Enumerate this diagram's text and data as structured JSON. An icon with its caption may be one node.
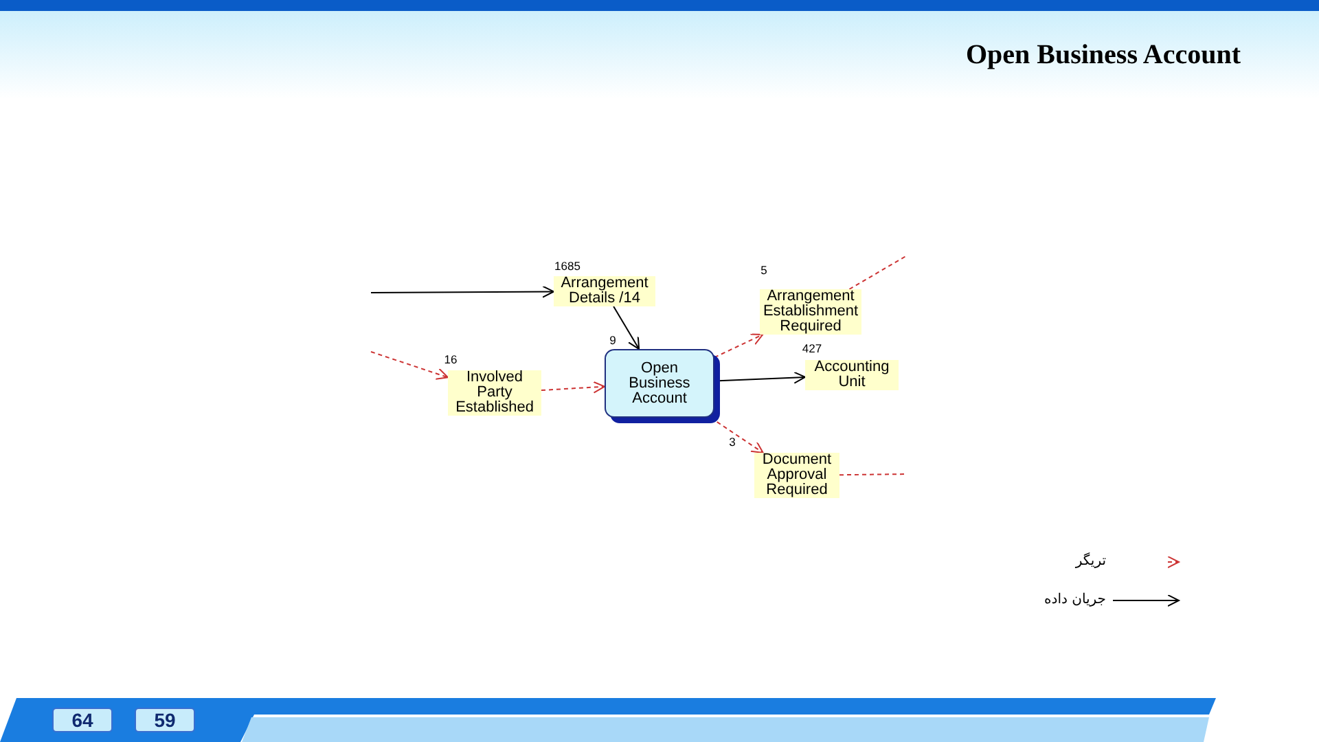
{
  "diagram": {
    "title": "Open Business Account",
    "nodes": [
      {
        "text": [
          "Arrangement Details /14"
        ],
        "beside": [
          "1685"
        ]
      },
      {
        "text": [
          "Open Business Account"
        ],
        "beside": [
          "9"
        ]
      },
      {
        "text": [
          "Involved Party Established"
        ],
        "beside": [
          "16"
        ]
      },
      {
        "text": [
          "Arrangement Establishment Required"
        ],
        "beside": [
          "5"
        ]
      },
      {
        "text": [
          "Accounting Unit"
        ],
        "beside": [
          "427"
        ]
      },
      {
        "text": [
          "Document Approval Required"
        ],
        "beside": [
          "3"
        ]
      }
    ],
    "edges": [
      {
        "from": null,
        "to": 0,
        "arrow": "to",
        "color": "#000000"
      },
      {
        "from": 0,
        "to": 1,
        "arrow": "to",
        "color": "#000000"
      },
      {
        "from": null,
        "to": 2,
        "arrow": "to",
        "style": "dashed"
      },
      {
        "from": 2,
        "to": 1,
        "arrow": "to",
        "style": "dashed"
      },
      {
        "from": 1,
        "to": 3,
        "arrow": "to",
        "style": "dashed"
      },
      {
        "from": 3,
        "to": null,
        "arrow": "none",
        "style": "dashed"
      },
      {
        "from": 1,
        "to": 4,
        "arrow": "to",
        "color": "#000000"
      },
      {
        "from": 1,
        "to": 5,
        "arrow": "to",
        "style": "dashed"
      },
      {
        "from": 5,
        "to": null,
        "arrow": "none",
        "style": "dashed"
      }
    ],
    "labels": [
      "64",
      "59"
    ],
    "legend": [
      {
        "text": "تریگر"
      },
      {
        "text": "جریان داده"
      }
    ]
  }
}
